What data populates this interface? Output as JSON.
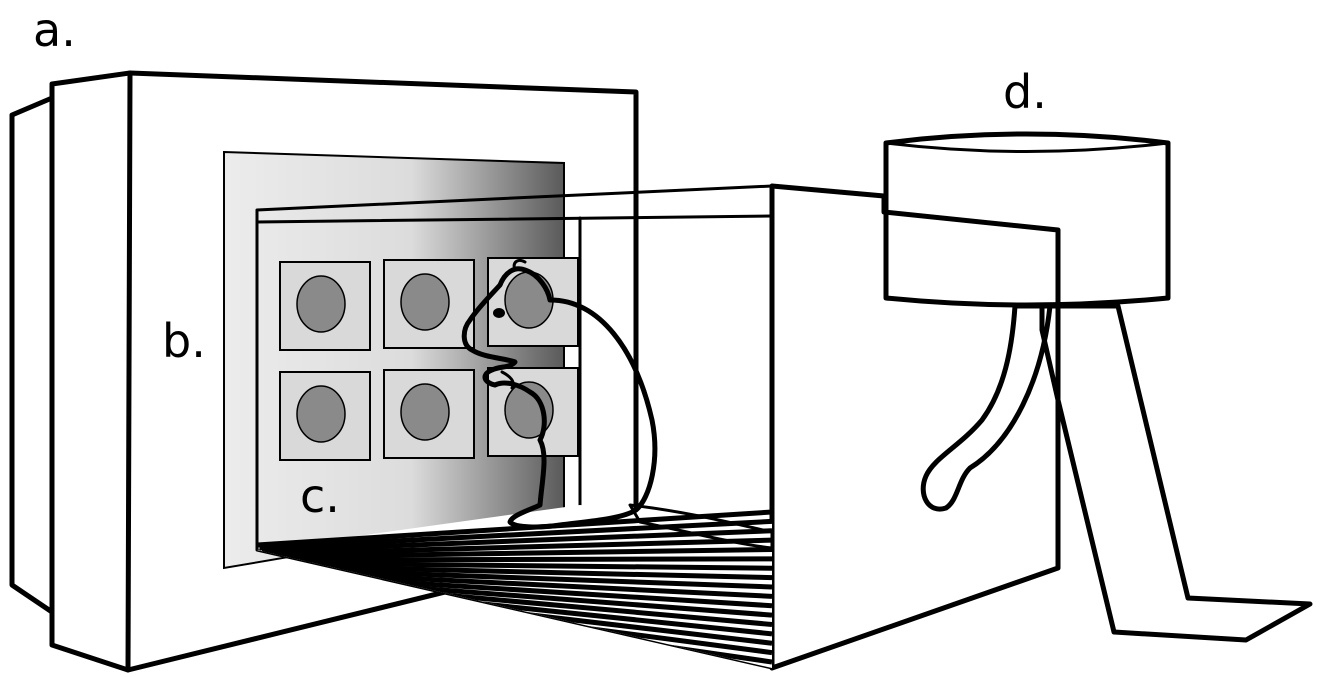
{
  "labels": {
    "a": "a.",
    "b": "b.",
    "c": "c.",
    "d": "d."
  },
  "colors": {
    "panel": "#d9d9d9",
    "target": "#8a8a8a",
    "rat": "#cfcfcf",
    "outline": "#000000",
    "background": "#ffffff"
  },
  "screen_targets": {
    "rows": 2,
    "cols": 3
  }
}
